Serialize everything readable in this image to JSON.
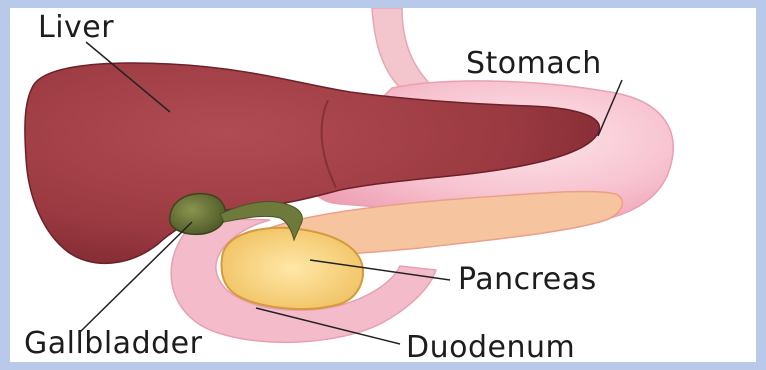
{
  "diagram": {
    "labels": {
      "liver": "Liver",
      "stomach": "Stomach",
      "pancreas": "Pancreas",
      "gallbladder": "Gallbladder",
      "duodenum": "Duodenum"
    },
    "colors": {
      "liver": "#9c3a42",
      "liver_dark": "#7e2a32",
      "stomach": "#f2b4c4",
      "stomach_light": "#fad6de",
      "pancreas": "#f6d07a",
      "gallbladder": "#5e6a34",
      "duodenum": "#f4bccb",
      "esophagus": "#f4c9cf",
      "background_frame": "#b9c9ea"
    }
  }
}
